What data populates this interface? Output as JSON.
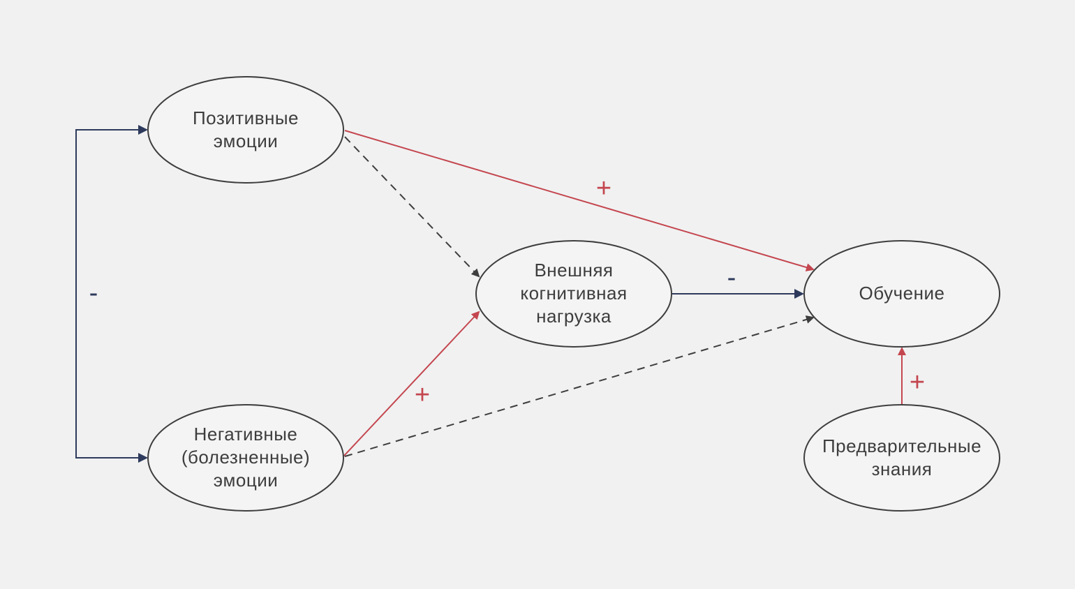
{
  "colors": {
    "background": "#f1f1f1",
    "node_fill": "#f4f4f4",
    "node_stroke": "#3e3e3e",
    "text": "#3d3d3d",
    "positive": "#c4464f",
    "negative": "#2d3a5c",
    "neutral_dashed": "#3e3e3e"
  },
  "nodes": {
    "positive_emotions": {
      "line1": "Позитивные",
      "line2": "эмоции"
    },
    "negative_emotions": {
      "line1": "Негативные",
      "line2": "(болезненные)",
      "line3": "эмоции"
    },
    "extraneous_load": {
      "line1": "Внешняя",
      "line2": "когнитивная",
      "line3": "нагрузка"
    },
    "learning": {
      "line1": "Обучение"
    },
    "prior_knowledge": {
      "line1": "Предварительные",
      "line2": "знания"
    }
  },
  "edges": {
    "emotions_link": {
      "sign": "-",
      "polarity": "negative"
    },
    "positive_to_learning": {
      "sign": "+",
      "polarity": "positive"
    },
    "positive_to_load": {
      "sign": "",
      "polarity": "dashed"
    },
    "negative_to_load": {
      "sign": "+",
      "polarity": "positive"
    },
    "negative_to_learning": {
      "sign": "",
      "polarity": "dashed"
    },
    "load_to_learning": {
      "sign": "-",
      "polarity": "negative"
    },
    "knowledge_to_learning": {
      "sign": "+",
      "polarity": "positive"
    }
  }
}
